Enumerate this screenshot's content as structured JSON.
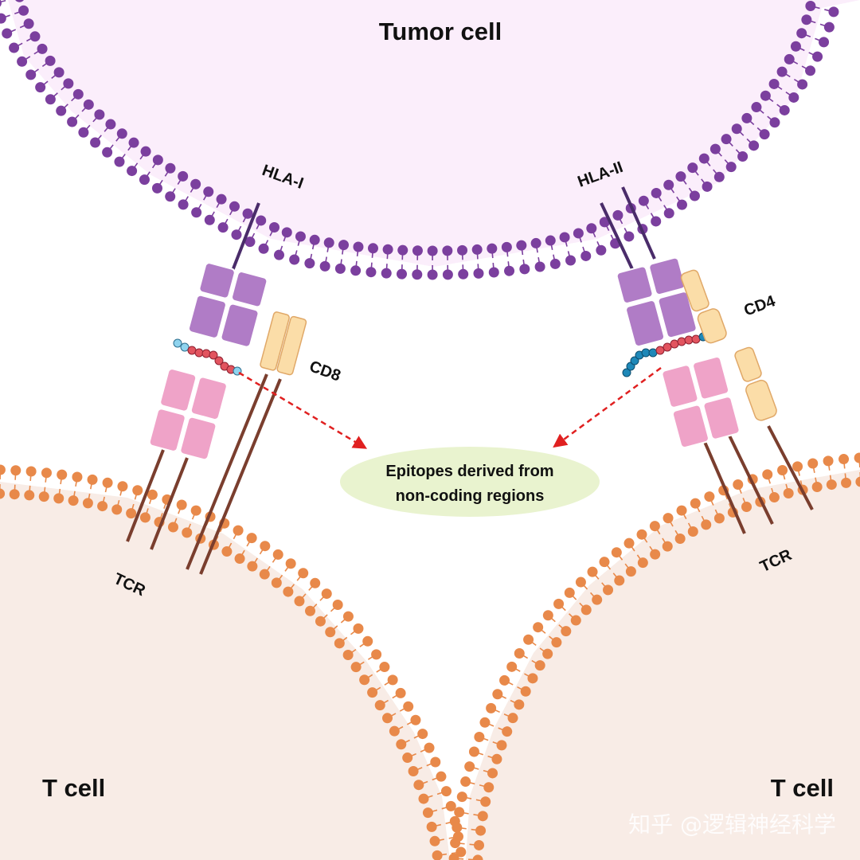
{
  "labels": {
    "tumor_cell": "Tumor cell",
    "t_cell_left": "T cell",
    "t_cell_right": "T cell",
    "hla_i": "HLA-I",
    "hla_ii": "HLA-II",
    "cd8": "CD8",
    "cd4": "CD4",
    "tcr_left": "TCR",
    "tcr_right": "TCR",
    "epitope_line1": "Epitopes derived from",
    "epitope_line2": "non-coding regions"
  },
  "watermark": "知乎 @逻辑神经科学",
  "colors": {
    "tumor_membrane": "#7B3F9E",
    "tumor_fill": "#FBEEFB",
    "tcell_membrane": "#E8894A",
    "tcell_fill": "#F8ECE6",
    "hla": "#B07CC6",
    "tcr": "#EFA3C8",
    "coreceptor": "#FBDDA8",
    "peptide_red": "#E2545F",
    "peptide_light_blue": "#8FD3EE",
    "peptide_blue": "#1E88B8",
    "arrow": "#E02020",
    "epitope_bubble": "#E9F3CF",
    "stalk": "#7A3E2E"
  }
}
